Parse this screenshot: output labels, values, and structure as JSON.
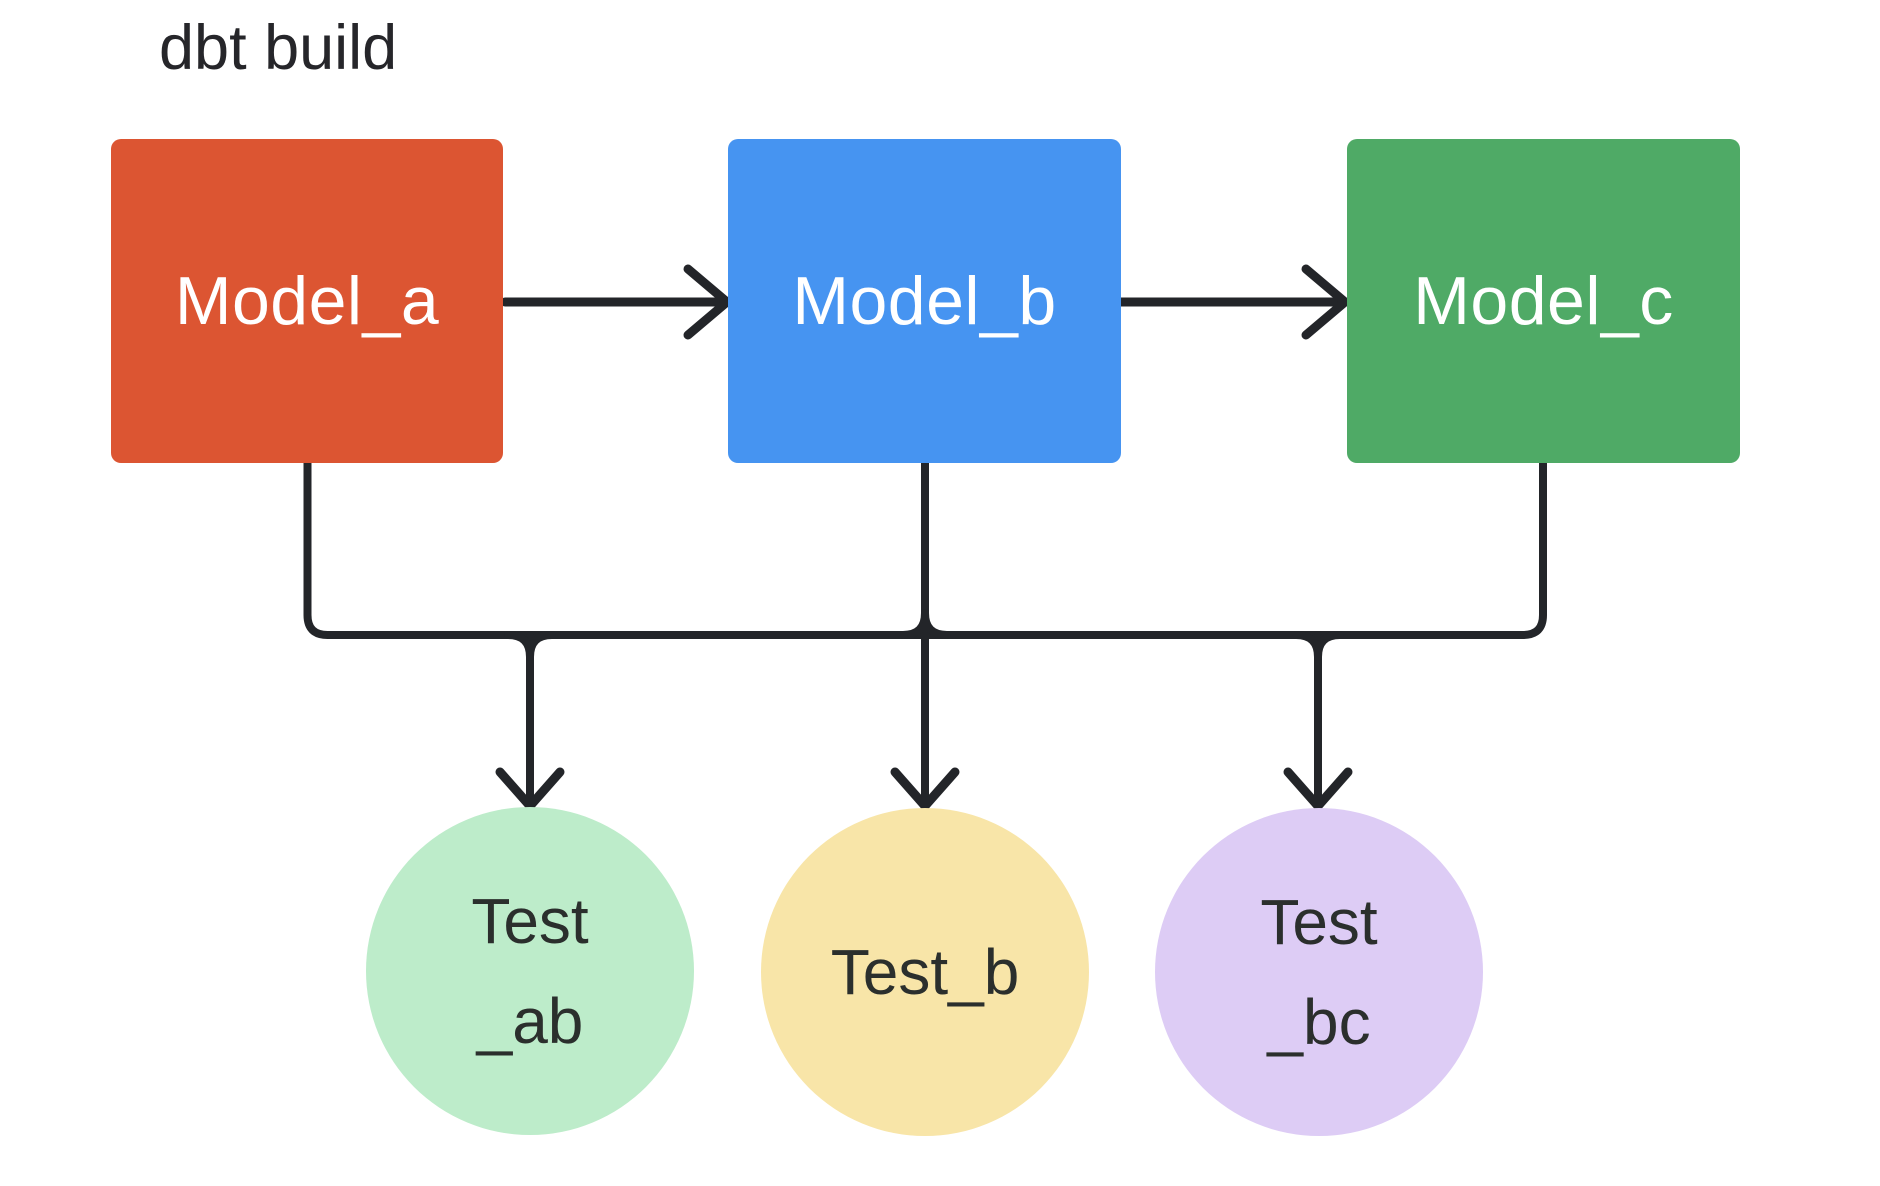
{
  "title": "dbt build",
  "colors": {
    "background": "#ffffff",
    "line": "#232529",
    "title_text": "#26262a",
    "model_label_text": "#ffffff",
    "test_label_text": "#2b2f2d",
    "model_a_fill": "#dc5532",
    "model_b_fill": "#4694f1",
    "model_c_fill": "#4faa66",
    "test_ab_fill": "#bdecca",
    "test_b_fill": "#f8e5a8",
    "test_bc_fill": "#ddccf5"
  },
  "nodes": {
    "model_a": {
      "label": "Model_a",
      "fill": "#dc5532"
    },
    "model_b": {
      "label": "Model_b",
      "fill": "#4694f1"
    },
    "model_c": {
      "label": "Model_c",
      "fill": "#4faa66"
    },
    "test_ab": {
      "lines": [
        "Test",
        "_ab"
      ],
      "fill": "#bdecca"
    },
    "test_b": {
      "lines": [
        "Test_b"
      ],
      "fill": "#f8e5a8"
    },
    "test_bc": {
      "lines": [
        "Test",
        "_bc"
      ],
      "fill": "#ddccf5"
    }
  },
  "edges": [
    {
      "from": "Model_a",
      "to": "Model_b",
      "type": "arrow"
    },
    {
      "from": "Model_b",
      "to": "Model_c",
      "type": "arrow"
    },
    {
      "from": "Model_a",
      "to": "Test_ab",
      "type": "arrow"
    },
    {
      "from": "Model_b",
      "to": "Test_ab",
      "type": "arrow"
    },
    {
      "from": "Model_b",
      "to": "Test_b",
      "type": "arrow"
    },
    {
      "from": "Model_b",
      "to": "Test_bc",
      "type": "arrow"
    },
    {
      "from": "Model_c",
      "to": "Test_bc",
      "type": "arrow"
    }
  ]
}
